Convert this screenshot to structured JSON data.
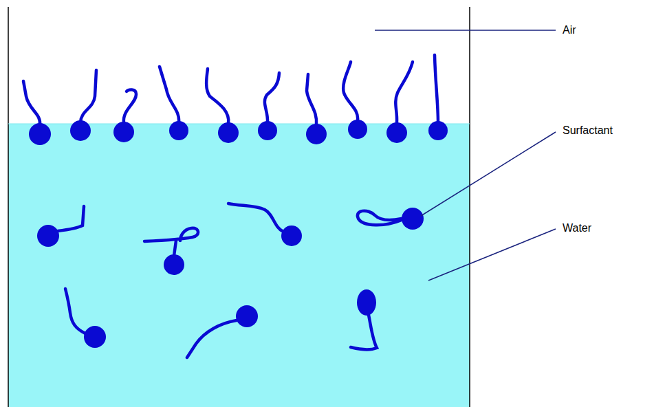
{
  "diagram": {
    "labels": [
      "Air",
      "Surfactant",
      "Water"
    ]
  }
}
